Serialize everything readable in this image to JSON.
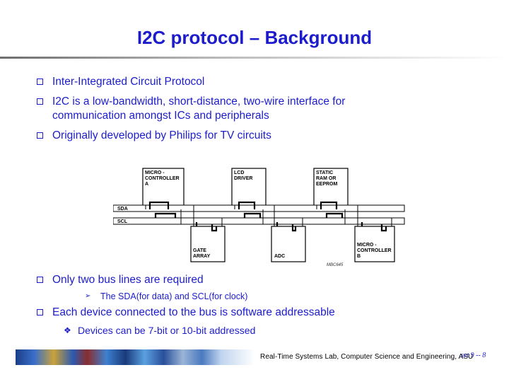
{
  "title": "I2C protocol – Background",
  "bullets_top": [
    "Inter-Integrated Circuit Protocol",
    "I2C is a low-bandwidth, short-distance, two-wire interface for communication amongst ICs and peripherals",
    "Originally developed by Philips for TV circuits"
  ],
  "diagram": {
    "bus_labels": {
      "sda": "SDA",
      "scl": "SCL"
    },
    "top_blocks": [
      {
        "lines": [
          "MICRO -",
          "CONTROLLER",
          "A"
        ]
      },
      {
        "lines": [
          "LCD",
          "DRIVER"
        ]
      },
      {
        "lines": [
          "STATIC",
          "RAM OR",
          "EEPROM"
        ]
      }
    ],
    "bottom_blocks": [
      {
        "lines": [
          "GATE",
          "ARRAY"
        ]
      },
      {
        "lines": [
          "ADC"
        ]
      },
      {
        "lines": [
          "MICRO -",
          "CONTROLLER",
          "B"
        ]
      }
    ],
    "ref_code": "MBC645"
  },
  "bullets_bottom": [
    {
      "text": "Only two bus lines are required",
      "sub": {
        "marker": "➢",
        "text": "The SDA(for data) and SCL(for clock)"
      }
    },
    {
      "text": "Each device connected to the bus is software addressable",
      "sub": {
        "marker": "❖",
        "text": "Devices can be 7-bit or 10-bit addressed"
      }
    }
  ],
  "footer": {
    "lab": "Real-Time Systems Lab, Computer Science and Engineering, ASU",
    "slide": "set 9 -- 8"
  },
  "colors": {
    "text": "#1c1ccc"
  }
}
